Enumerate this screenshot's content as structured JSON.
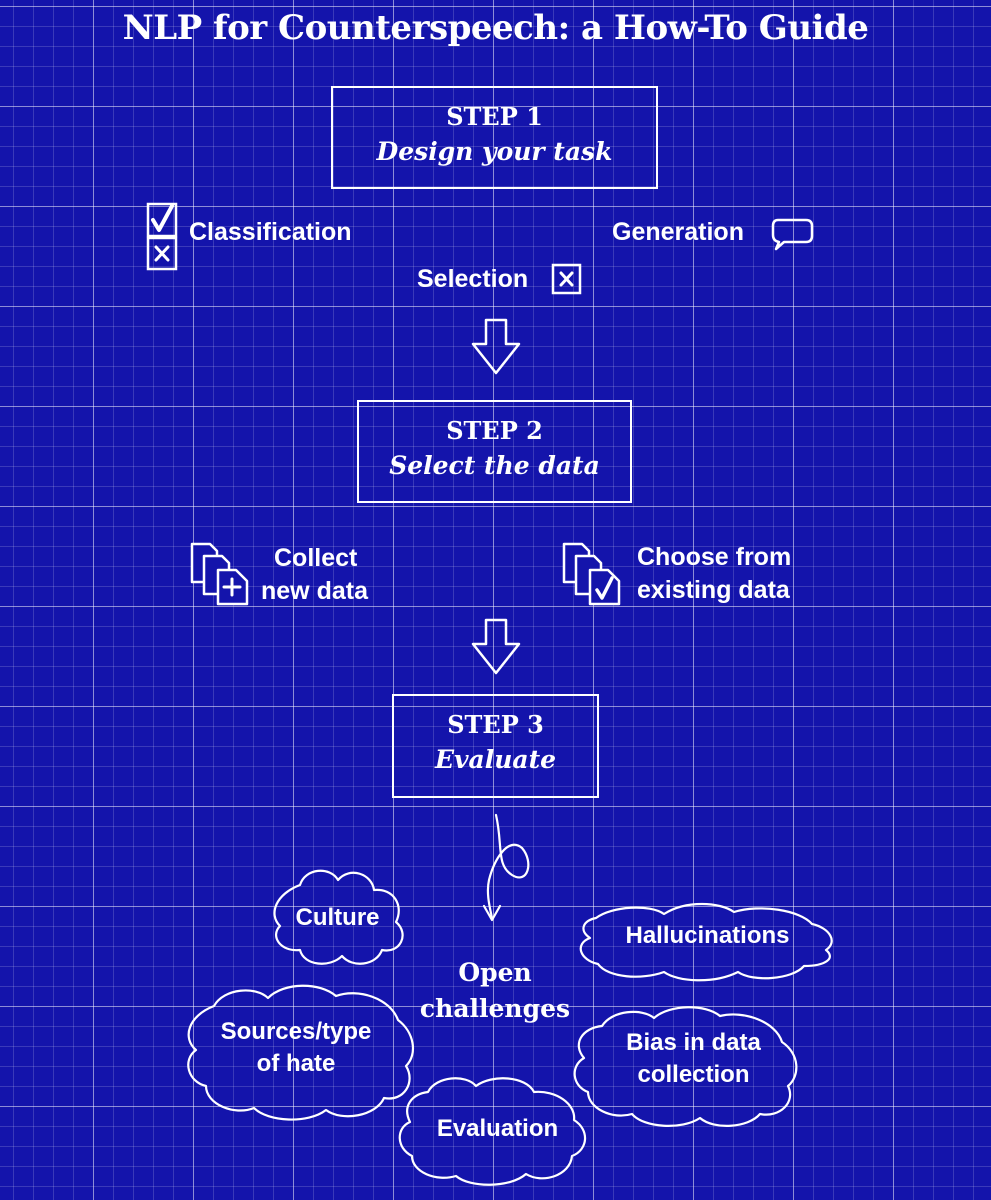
{
  "title": "NLP for Counterspeech: a How-To Guide",
  "step1": {
    "number": "STEP 1",
    "name": "Design your task"
  },
  "task_options": {
    "classification": "Classification",
    "generation": "Generation",
    "selection": "Selection"
  },
  "step2": {
    "number": "STEP 2",
    "name": "Select the data"
  },
  "data_options": {
    "collect": {
      "line1": "Collect",
      "line2": "new data"
    },
    "choose": {
      "line1": "Choose from",
      "line2": "existing data"
    }
  },
  "step3": {
    "number": "STEP 3",
    "name": "Evaluate"
  },
  "open_challenges": {
    "line1": "Open",
    "line2": "challenges"
  },
  "challenges": {
    "culture": "Culture",
    "hallucinations": "Hallucinations",
    "sources": {
      "line1": "Sources/type",
      "line2": "of hate"
    },
    "bias": {
      "line1": "Bias in data",
      "line2": "collection"
    },
    "evaluation": "Evaluation"
  },
  "icons": {
    "classification": "checkbox-check-x-icon",
    "generation": "speech-bubble-icon",
    "selection": "checkbox-x-icon",
    "collect": "documents-plus-icon",
    "choose": "documents-check-icon"
  },
  "colors": {
    "background": "#1414ab",
    "foreground": "#ffffff"
  }
}
